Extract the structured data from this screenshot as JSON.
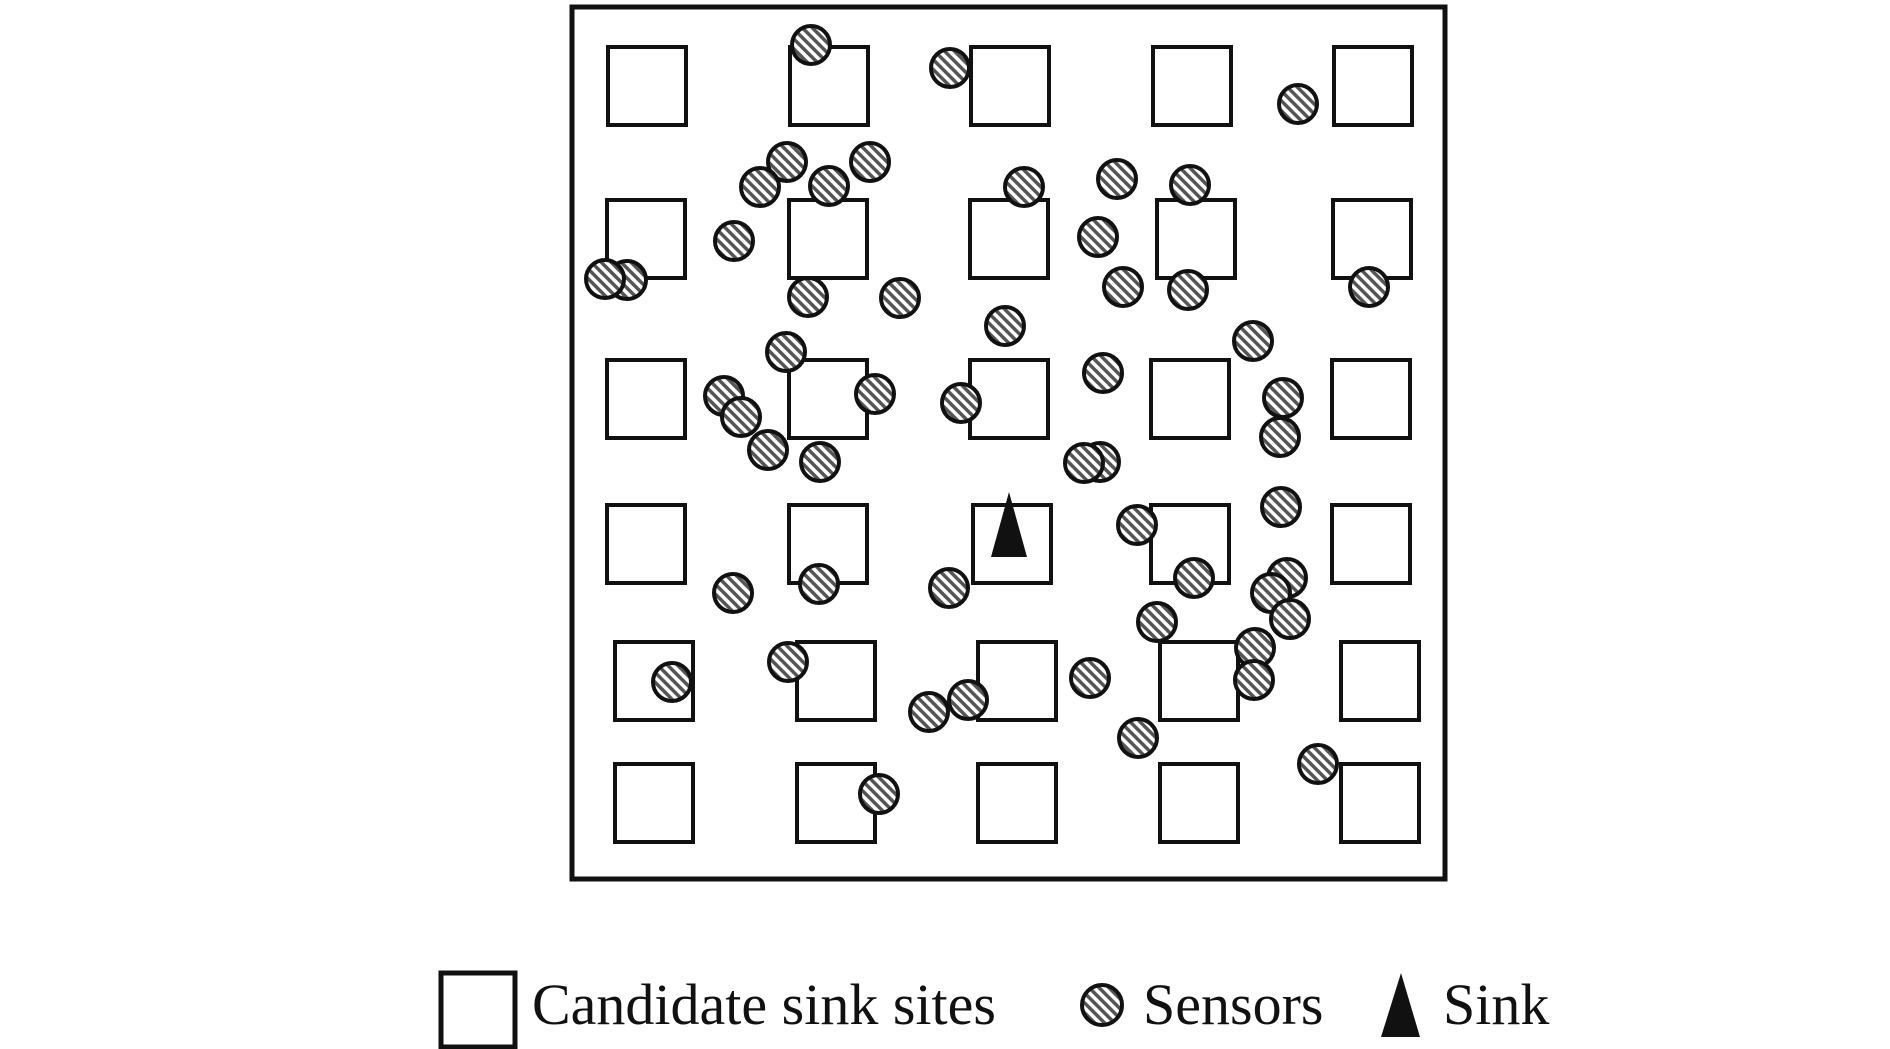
{
  "legend": {
    "candidate_label": "Candidate sink sites",
    "sensor_label": "Sensors",
    "sink_label": "Sink"
  },
  "colors": {
    "stroke": "#111111",
    "background": "#ffffff",
    "sensor_hatch": "#555555"
  },
  "counts": {
    "candidate_sink_sites": 30,
    "sensors": 53,
    "sinks": 1
  }
}
